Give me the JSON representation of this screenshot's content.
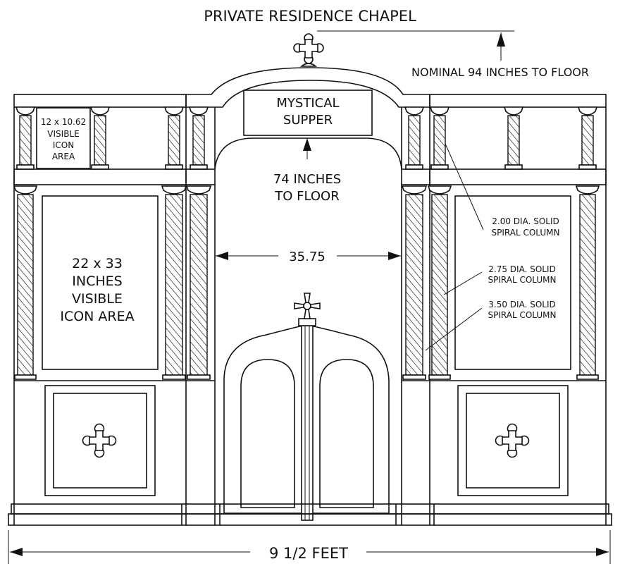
{
  "title": "PRIVATE RESIDENCE CHAPEL",
  "dimensions": {
    "nominal_height": "NOMINAL 94 INCHES TO FLOOR",
    "arch_height_line1": "74 INCHES",
    "arch_height_line2": "TO FLOOR",
    "opening_width": "35.75",
    "overall_width": "9 1/2 FEET"
  },
  "panels": {
    "top_panel": "MYSTICAL SUPPER",
    "top_panel_line1": "MYSTICAL",
    "top_panel_line2": "SUPPER",
    "small_icon_lines": [
      "12 x 10.62",
      "VISIBLE",
      "ICON",
      "AREA"
    ],
    "large_icon_lines": [
      "22 x 33",
      "INCHES",
      "VISIBLE",
      "ICON AREA"
    ]
  },
  "callouts": [
    {
      "line1": "2.00 DIA. SOLID",
      "line2": "SPIRAL COLUMN"
    },
    {
      "line1": "2.75 DIA. SOLID",
      "line2": "SPIRAL COLUMN"
    },
    {
      "line1": "3.50 DIA. SOLID",
      "line2": "SPIRAL COLUMN"
    }
  ],
  "icons": [
    "cross-finial-icon",
    "gate-cross-icon",
    "panel-cross-icon"
  ]
}
